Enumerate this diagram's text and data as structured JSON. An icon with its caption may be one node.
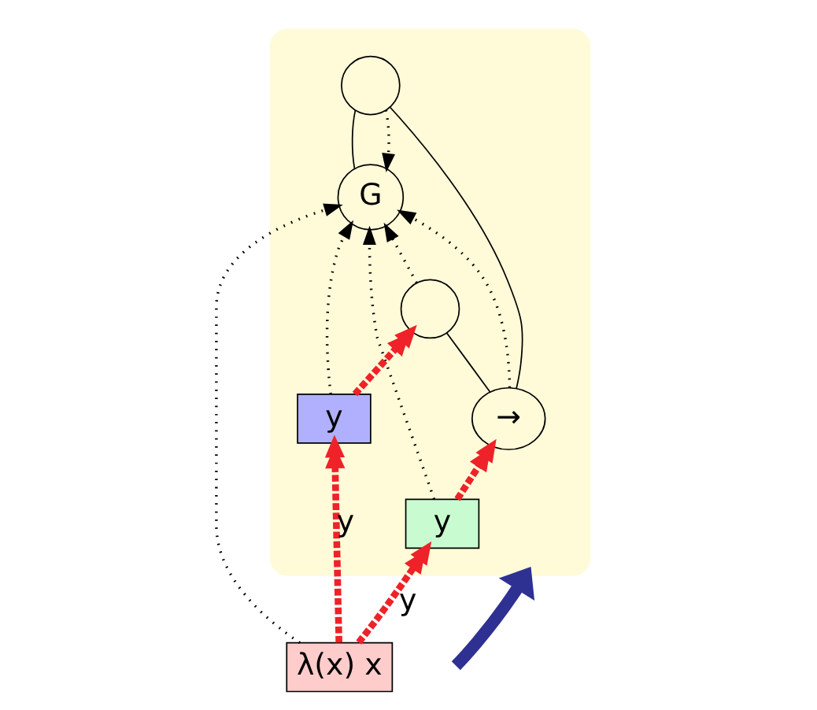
{
  "diagram": {
    "nodes": [
      {
        "text": [],
        "shape": "box"
      },
      {
        "text": [
          "G"
        ],
        "in": 0
      },
      {
        "text": [
          "y"
        ],
        "in": 0
      },
      {
        "text": [
          "→"
        ],
        "in": 0
      },
      {
        "text": [
          "y"
        ],
        "in": 0
      },
      {
        "text": [],
        "shape": "circle",
        "in": 0
      },
      {
        "text": [],
        "shape": "circle",
        "in": 0
      },
      {
        "text": [
          "λ(x) x"
        ]
      }
    ],
    "edges": [
      {
        "from": 2,
        "to": 1,
        "arrow": "to",
        "style": "dashed"
      },
      {
        "from": 2,
        "to": 3,
        "arrow": "to",
        "style": "dashed",
        "color": "#ee2228"
      },
      {
        "from": 7,
        "to": 2,
        "arrow": "to",
        "style": "dashed",
        "color": "#ee2228",
        "label": "y"
      },
      {
        "from": 7,
        "to": 4,
        "arrow": "to",
        "style": "dashed",
        "color": "#ee2228",
        "label": "y"
      },
      {
        "from": 7,
        "to": 1,
        "arrow": "to",
        "style": "dashed"
      },
      {
        "from": 4,
        "to": 1,
        "arrow": "to",
        "style": "dashed"
      },
      {
        "from": 4,
        "to": 5,
        "arrow": "to",
        "style": "dashed",
        "color": "#ee2228"
      },
      {
        "from": 5,
        "to": 1,
        "arrow": "to",
        "style": "dashed"
      },
      {
        "from": 3,
        "to": 1,
        "arrow": "to",
        "style": "dashed"
      },
      {
        "from": 6,
        "to": 1,
        "arrow": "to",
        "style": "dashed"
      },
      {
        "from": 1,
        "to": 6,
        "arrow": "none"
      },
      {
        "from": 3,
        "to": 5,
        "arrow": "none"
      },
      {
        "from": 3,
        "to": 6,
        "arrow": "none"
      },
      {
        "from": null,
        "to": 0,
        "arrow": "to",
        "style": "thick",
        "color": "#2e3192"
      }
    ]
  }
}
